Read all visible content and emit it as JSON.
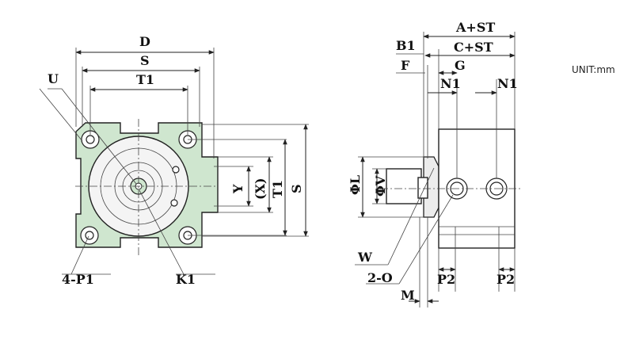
{
  "unit_note": "UNIT:mm",
  "front_view": {
    "labels": {
      "D": "D",
      "S": "S",
      "T1": "T1",
      "U": "U",
      "Y": "Y",
      "X": "(X)",
      "T1_side": "T1",
      "S_side": "S",
      "P1": "4-P1",
      "K1": "K1"
    }
  },
  "side_view": {
    "labels": {
      "A_ST": "A+ST",
      "B1": "B1",
      "C_ST": "C+ST",
      "F": "F",
      "G": "G",
      "N1_left": "N1",
      "N1_right": "N1",
      "L": "ΦL",
      "V": "ΦV",
      "W": "W",
      "O": "2-O",
      "M": "M",
      "P2_left": "P2",
      "P2_right": "P2"
    }
  }
}
